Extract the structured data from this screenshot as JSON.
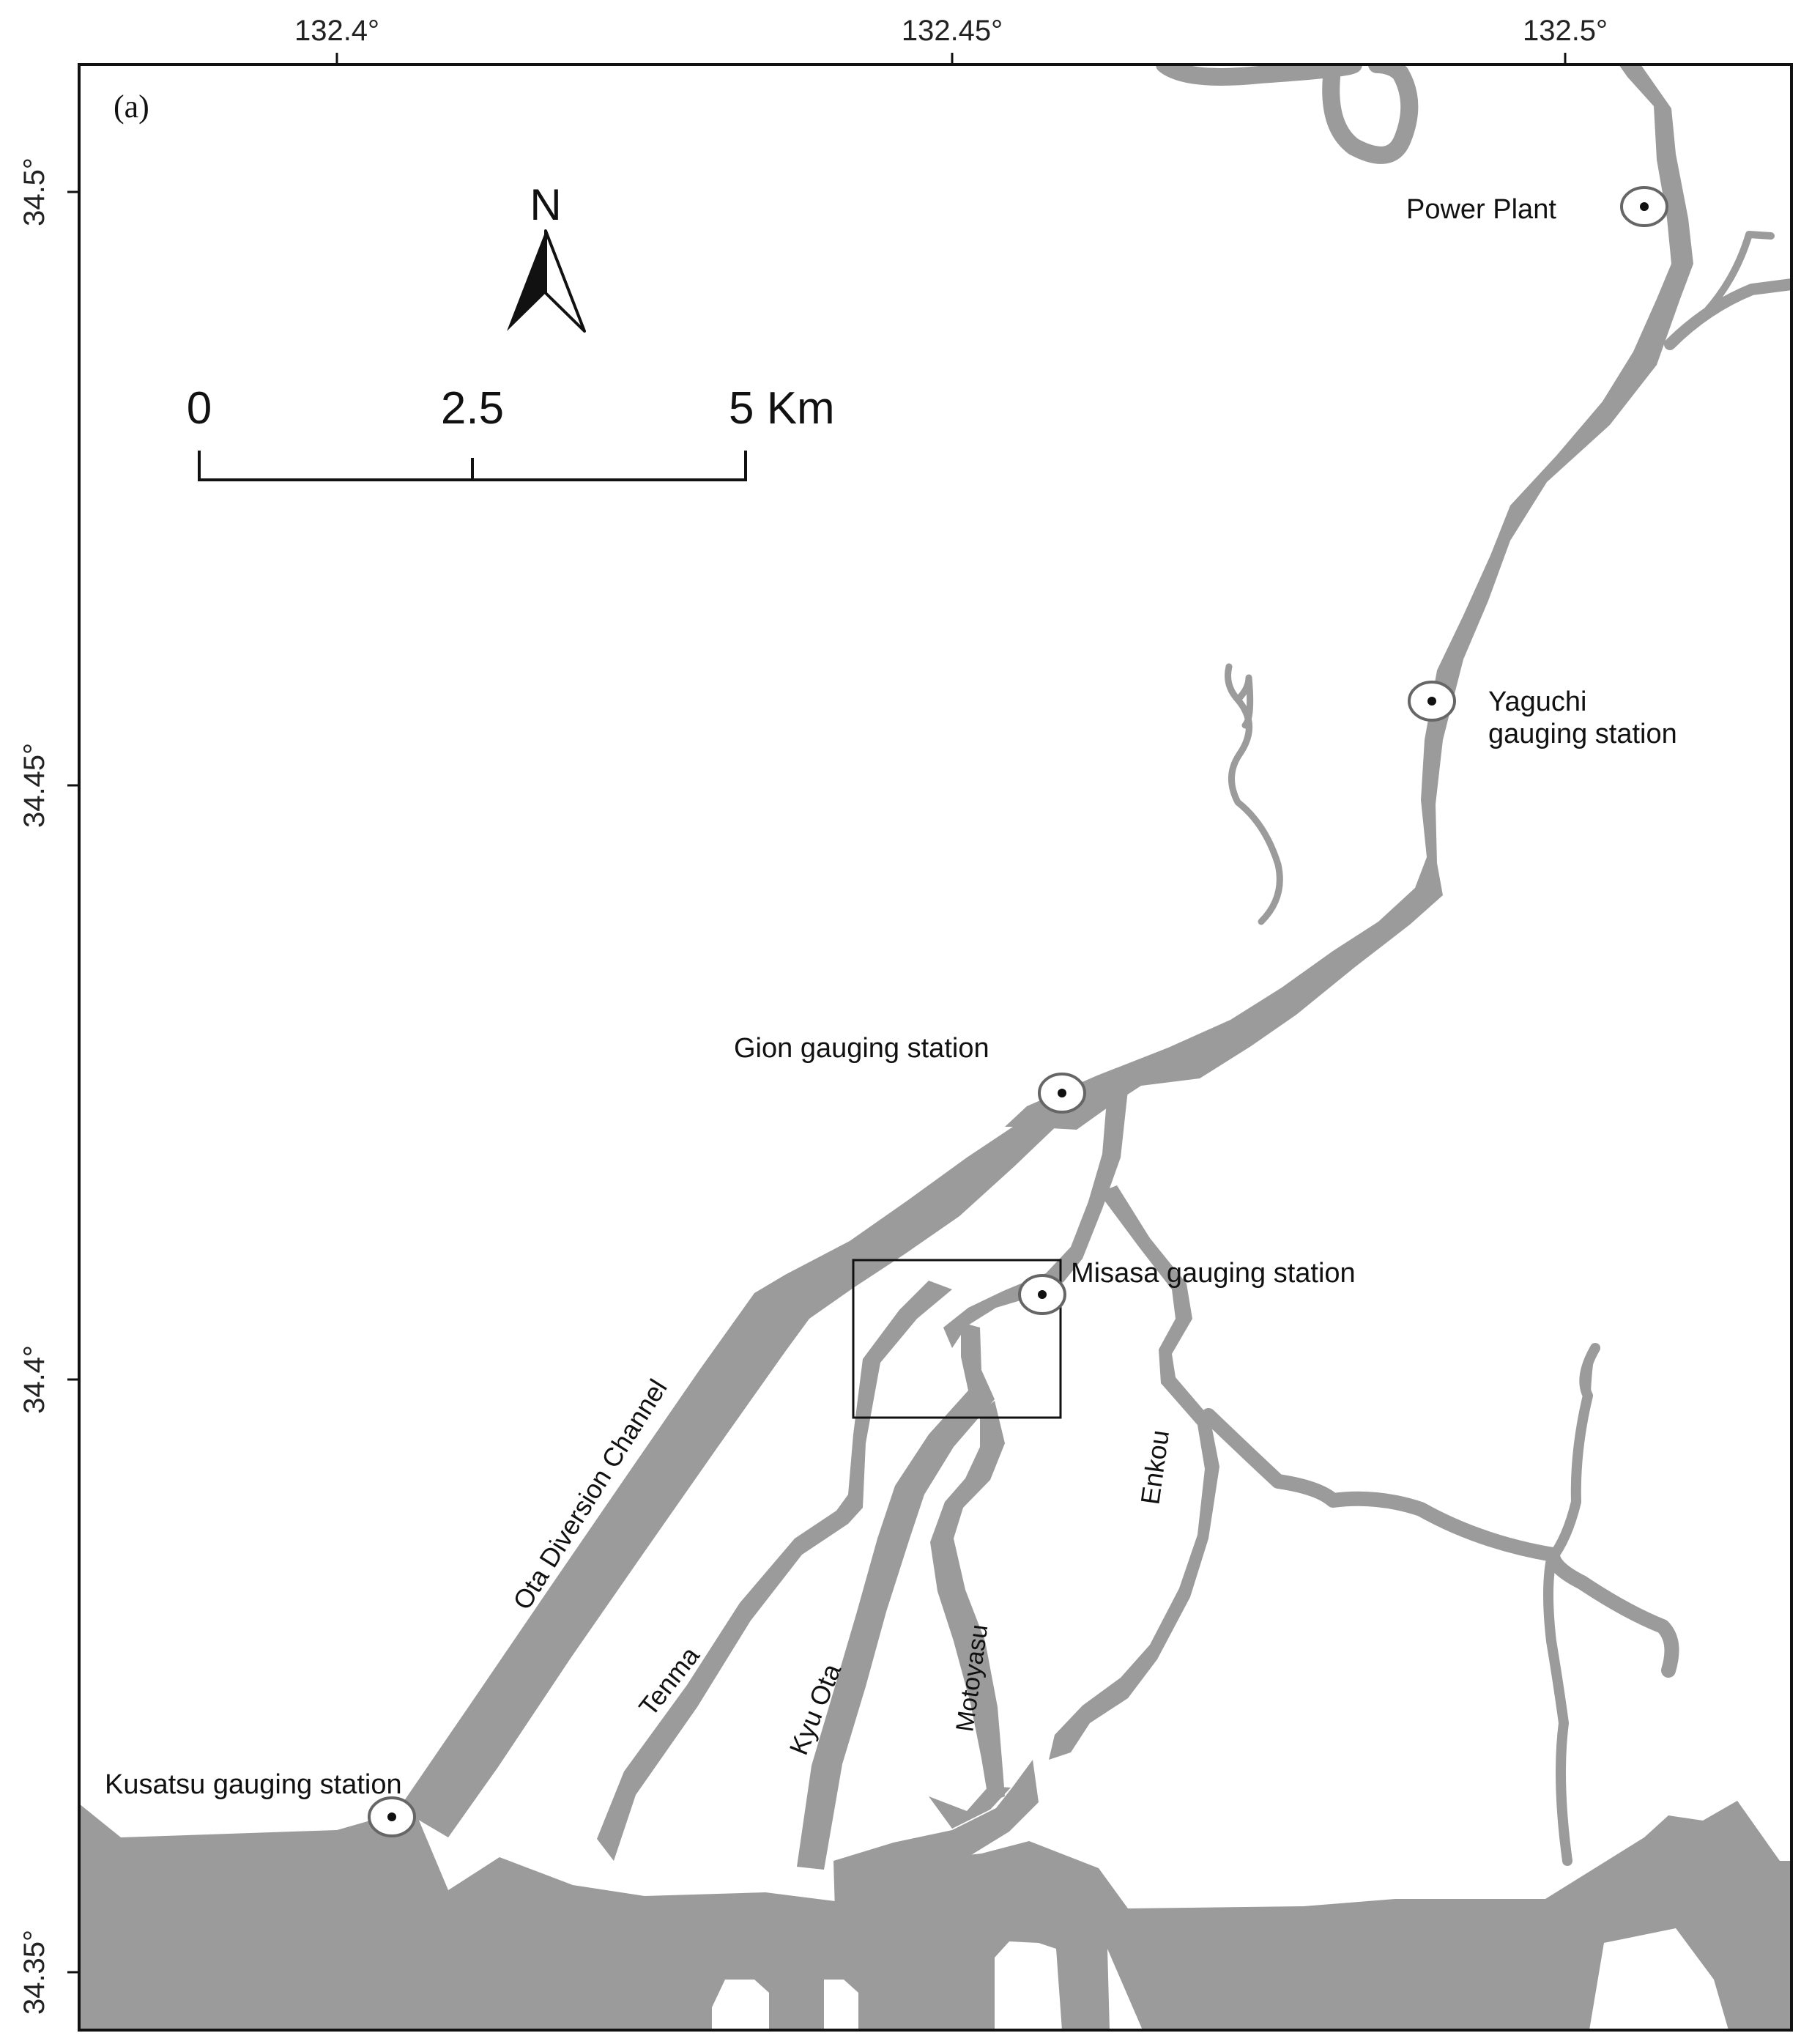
{
  "panel_label": "(a)",
  "colors": {
    "water": "#9b9b9b",
    "frame": "#111111",
    "background": "#ffffff"
  },
  "axes": {
    "longitude_ticks": [
      "132.4°",
      "132.45°",
      "132.5°"
    ],
    "latitude_ticks": [
      "34.5°",
      "34.45°",
      "34.4°",
      "34.35°"
    ]
  },
  "north_arrow": {
    "label": "N",
    "icon": "north-arrow-icon"
  },
  "scale_bar": {
    "labels": [
      "0",
      "2.5",
      "5 Km"
    ]
  },
  "stations": {
    "power_plant": "Power Plant",
    "yaguchi_line1": "Yaguchi",
    "yaguchi_line2": "gauging station",
    "gion": "Gion gauging station",
    "misasa": "Misasa gauging station",
    "kusatsu": "Kusatsu gauging station"
  },
  "rivers": {
    "ota_diversion": "Ota Diversion Channel",
    "tenma": "Tenma",
    "kyu_ota": "Kyu Ota",
    "motoyasu": "Motoyasu",
    "enkou": "Enkou"
  }
}
